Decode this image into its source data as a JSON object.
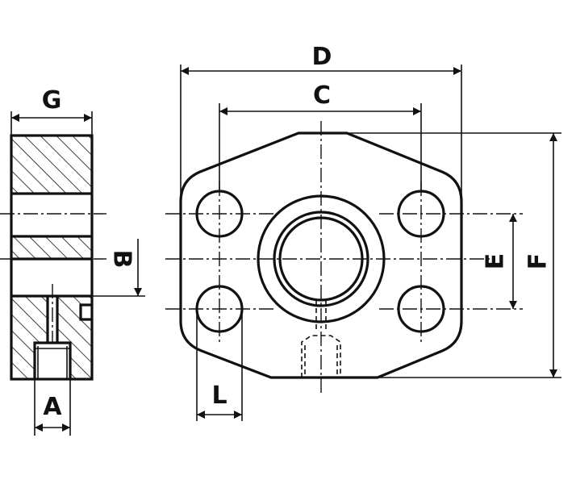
{
  "labels": {
    "a": "A",
    "b": "B",
    "c": "C",
    "d": "D",
    "e": "E",
    "f": "F",
    "g": "G",
    "l": "L"
  },
  "colors": {
    "ink": "#111111",
    "background": "#ffffff"
  }
}
